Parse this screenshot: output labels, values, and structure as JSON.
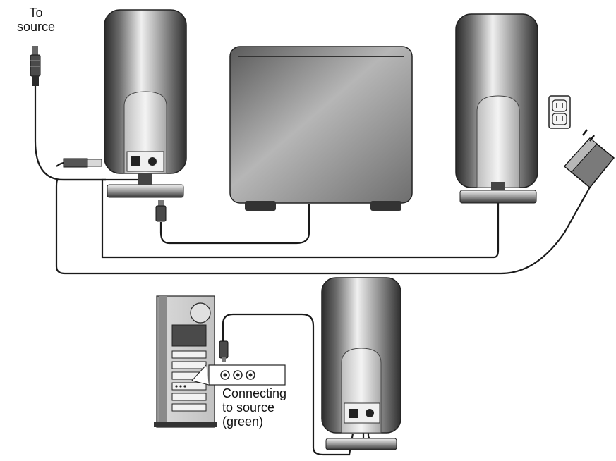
{
  "labels": {
    "to_source": [
      "To",
      "source"
    ],
    "connecting": [
      "Connecting",
      "to source",
      "(green)"
    ]
  },
  "colors": {
    "cable": "#1a1a1a",
    "speaker_dark": "#3a3a3a",
    "speaker_light": "#e6e6e6",
    "subwoofer": "#8c8c8c",
    "pc_case": "#c8c8c8"
  },
  "components": {
    "speakers": 3,
    "subwoofer": 1,
    "power_adapter": 1,
    "wall_outlet": 1,
    "computer": 1
  }
}
